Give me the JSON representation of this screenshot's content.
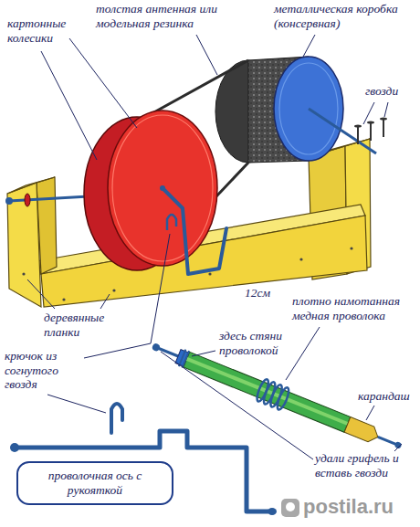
{
  "diagram": {
    "nodes": [
      {
        "text": [
          "проволочная ось с рукояткой"
        ]
      }
    ],
    "labels": [
      "картонные колесики",
      "толстая антенная или модельная резинка",
      "металлическая коробка (консервная)",
      "гвозди",
      "12см",
      "плотно намотанная медная проволока",
      "здесь стяни проволокой",
      "карандаш",
      "деревянные планки",
      "крючок из согнутого гвоздя",
      "удали грифель и вставь гвозди",
      "postila.ru"
    ]
  }
}
